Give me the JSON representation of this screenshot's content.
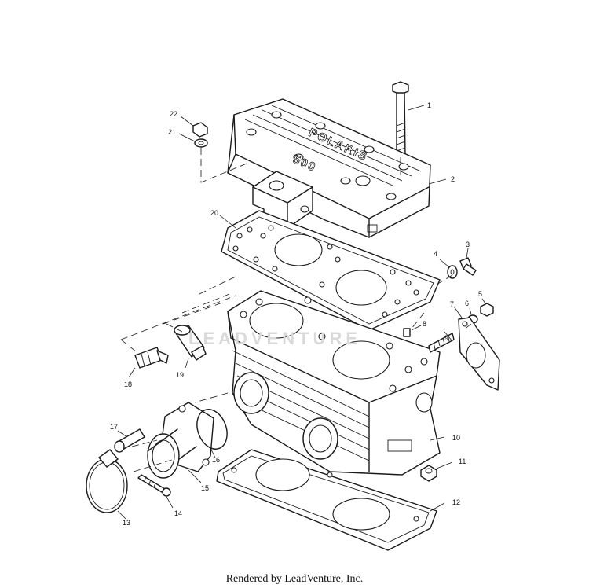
{
  "diagram": {
    "brand_mark": "POLARIS",
    "model_mark": "500",
    "watermark": "LEADVENTURE",
    "credit": "Rendered by LeadVenture, Inc.",
    "callouts": [
      "1",
      "2",
      "3",
      "4",
      "5",
      "6",
      "7",
      "8",
      "9",
      "10",
      "11",
      "12",
      "13",
      "14",
      "15",
      "16",
      "17",
      "18",
      "19",
      "20",
      "21",
      "22"
    ]
  }
}
